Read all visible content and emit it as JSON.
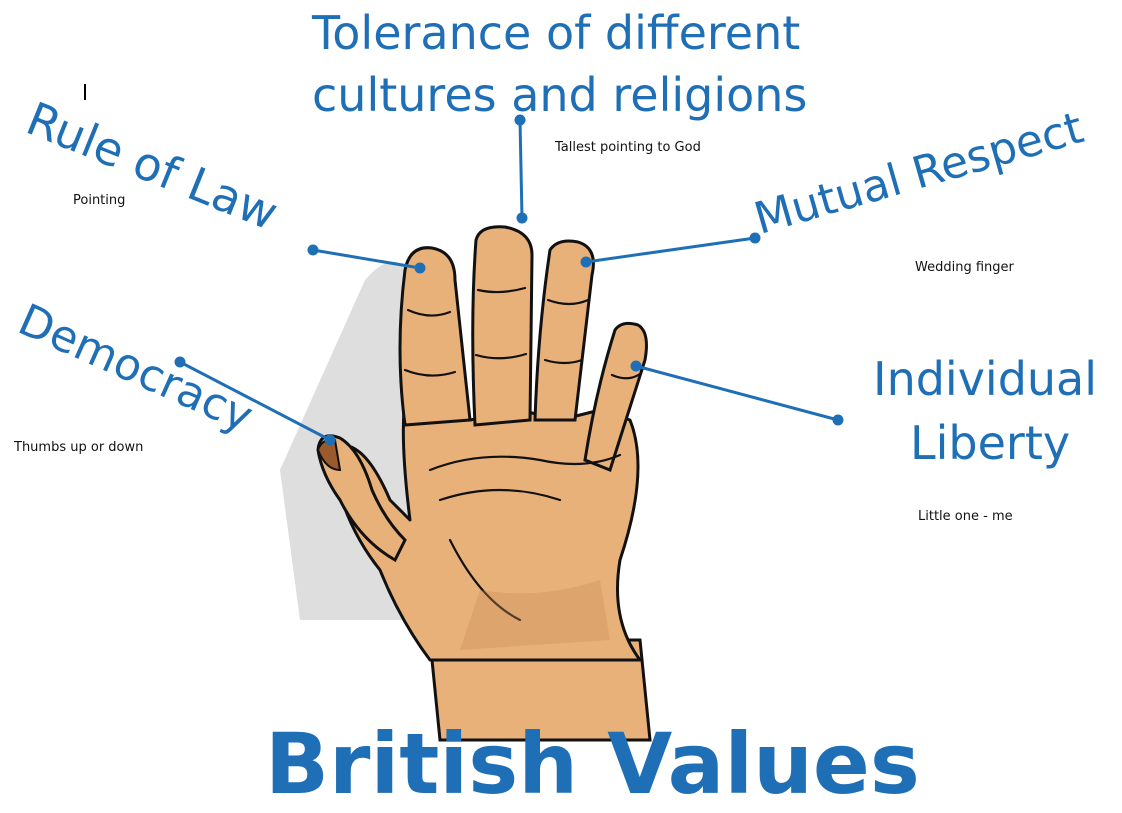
{
  "colors": {
    "accent": "#1f6fb7",
    "skin": "#e8b17a",
    "skin_shadow": "#c98f57",
    "outline": "#111111"
  },
  "title": "British Values",
  "values": {
    "tolerance": {
      "label_line1": "Tolerance of different",
      "label_line2": "cultures and religions",
      "note": "Tallest pointing to God"
    },
    "rule_of_law": {
      "label": "Rule of Law",
      "note": "Pointing"
    },
    "mutual_respect": {
      "label": "Mutual Respect",
      "note": "Wedding finger"
    },
    "democracy": {
      "label": "Democracy",
      "note": "Thumbs up or down"
    },
    "individual_liberty": {
      "label_line1": "Individual",
      "label_line2": "Liberty",
      "note": "Little one - me"
    }
  },
  "icons": [
    "hand-icon"
  ]
}
